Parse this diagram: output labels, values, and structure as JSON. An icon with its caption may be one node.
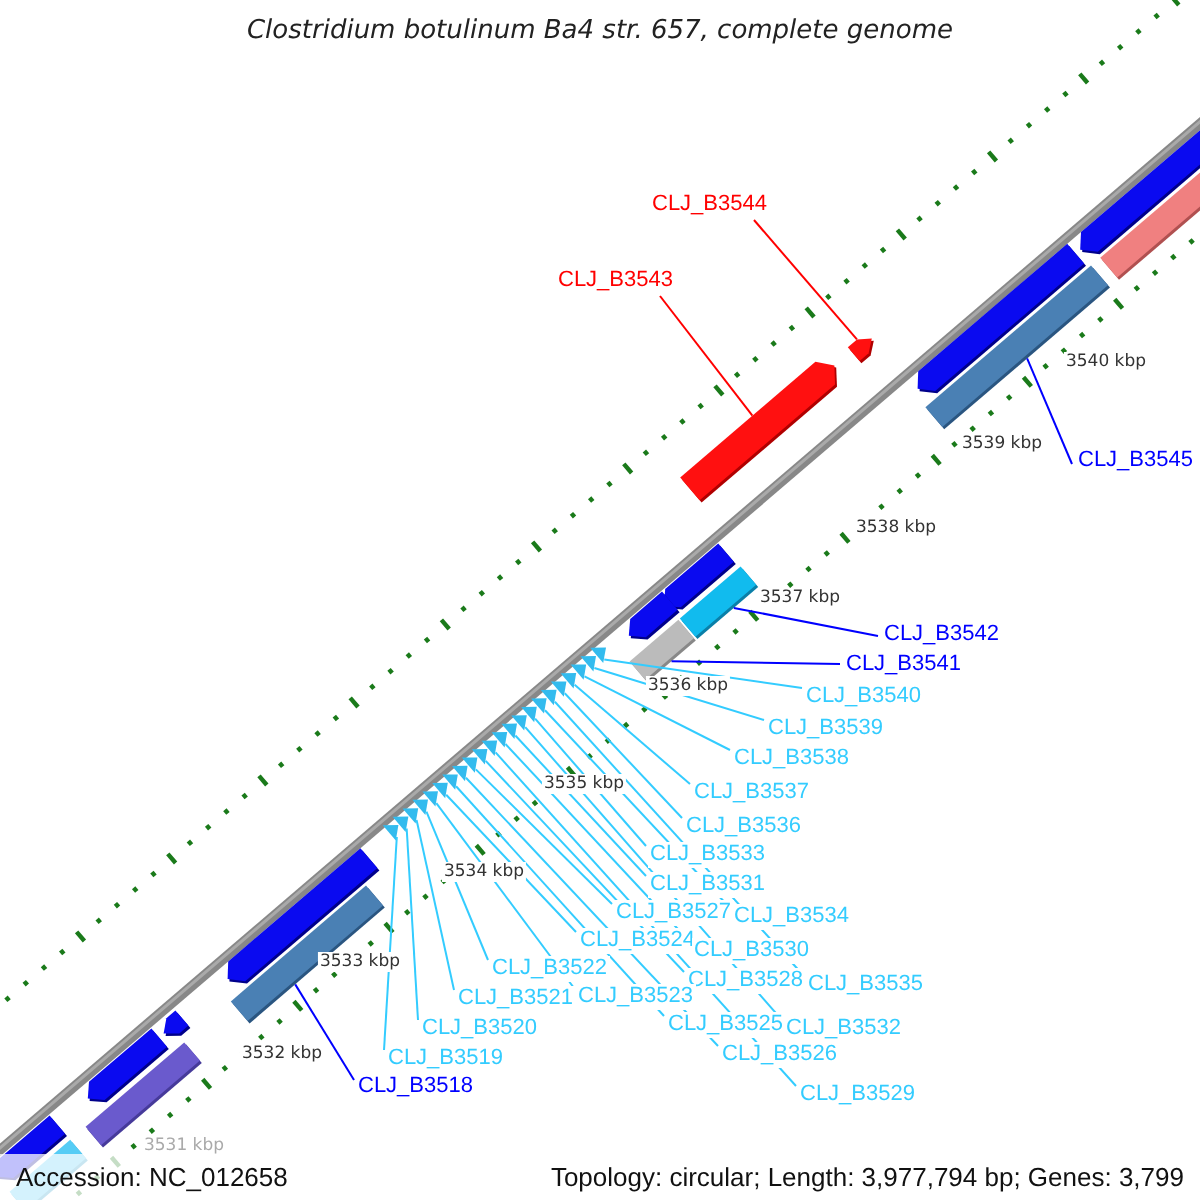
{
  "diagram": {
    "title": "Clostridium botulinum Ba4 str. 657, complete genome",
    "nodes": [
      {
        "text": [
          "CLJ_B3544"
        ]
      },
      {
        "text": [
          "CLJ_B3543"
        ]
      },
      {
        "text": [
          "CLJ_B3545"
        ]
      },
      {
        "text": [
          "CLJ_B3542"
        ]
      },
      {
        "text": [
          "CLJ_B3541"
        ]
      },
      {
        "text": [
          "CLJ_B3540"
        ]
      },
      {
        "text": [
          "CLJ_B3539"
        ]
      },
      {
        "text": [
          "CLJ_B3538"
        ]
      },
      {
        "text": [
          "CLJ_B3537"
        ]
      },
      {
        "text": [
          "CLJ_B3536"
        ]
      },
      {
        "text": [
          "CLJ_B3533"
        ]
      },
      {
        "text": [
          "CLJ_B3531"
        ]
      },
      {
        "text": [
          "CLJ_B3527"
        ]
      },
      {
        "text": [
          "CLJ_B3534"
        ]
      },
      {
        "text": [
          "CLJ_B3524"
        ]
      },
      {
        "text": [
          "CLJ_B3530"
        ]
      },
      {
        "text": [
          "CLJ_B3522"
        ]
      },
      {
        "text": [
          "CLJ_B3528"
        ]
      },
      {
        "text": [
          "CLJ_B3535"
        ]
      },
      {
        "text": [
          "CLJ_B3521"
        ]
      },
      {
        "text": [
          "CLJ_B3523"
        ]
      },
      {
        "text": [
          "CLJ_B3525"
        ]
      },
      {
        "text": [
          "CLJ_B3520"
        ]
      },
      {
        "text": [
          "CLJ_B3532"
        ]
      },
      {
        "text": [
          "CLJ_B3519"
        ]
      },
      {
        "text": [
          "CLJ_B3526"
        ]
      },
      {
        "text": [
          "CLJ_B3518"
        ]
      },
      {
        "text": [
          "CLJ_B3529"
        ]
      },
      {
        "text": [],
        "shape": "bar"
      },
      {
        "text": [],
        "shape": "triangle"
      },
      {
        "text": [],
        "shape": "triangle"
      },
      {
        "text": [],
        "shape": "triangle"
      },
      {
        "text": [],
        "shape": "triangle"
      },
      {
        "text": [],
        "shape": "triangle"
      },
      {
        "text": [],
        "shape": "triangle"
      },
      {
        "text": [],
        "shape": "triangle"
      },
      {
        "text": [],
        "shape": "triangle"
      },
      {
        "text": [],
        "shape": "triangle"
      },
      {
        "text": [],
        "shape": "triangle"
      },
      {
        "text": [],
        "shape": "triangle"
      },
      {
        "text": [],
        "shape": "triangle"
      },
      {
        "text": [],
        "shape": "triangle"
      },
      {
        "text": [],
        "shape": "triangle"
      },
      {
        "text": [],
        "shape": "triangle"
      },
      {
        "text": [],
        "shape": "triangle"
      },
      {
        "text": [],
        "shape": "triangle"
      },
      {
        "text": [],
        "shape": "triangle"
      },
      {
        "text": [],
        "shape": "triangle"
      },
      {
        "text": [],
        "shape": "triangle"
      },
      {
        "text": [],
        "shape": "triangle"
      },
      {
        "text": [],
        "shape": "triangle"
      },
      {
        "text": [],
        "shape": "bar"
      },
      {
        "text": [],
        "shape": "bar"
      },
      {
        "text": [],
        "shape": "arrow"
      },
      {
        "text": [],
        "shape": "arrow"
      },
      {
        "text": [],
        "shape": "bar"
      }
    ],
    "edges": [
      {
        "from": 0,
        "to": 54,
        "arrow": "none",
        "color": "#ff0000"
      },
      {
        "from": 1,
        "to": 53,
        "arrow": "none",
        "color": "#ff0000"
      },
      {
        "from": 2,
        "to": 55,
        "arrow": "none",
        "color": "#0000ff"
      },
      {
        "from": 3,
        "to": 52,
        "arrow": "none",
        "color": "#0000ff"
      },
      {
        "from": 4,
        "to": 51,
        "arrow": "none",
        "color": "#0000ff"
      },
      {
        "from": 5,
        "to": 50,
        "arrow": "none"
      },
      {
        "from": 6,
        "to": 49,
        "arrow": "none"
      },
      {
        "from": 7,
        "to": 48,
        "arrow": "none"
      },
      {
        "from": 8,
        "to": 47,
        "arrow": "none"
      },
      {
        "from": 9,
        "to": 46,
        "arrow": "none"
      },
      {
        "from": 10,
        "to": 43,
        "arrow": "none"
      },
      {
        "from": 11,
        "to": 41,
        "arrow": "none"
      },
      {
        "from": 12,
        "to": 37,
        "arrow": "none"
      },
      {
        "from": 13,
        "to": 44,
        "arrow": "none"
      },
      {
        "from": 14,
        "to": 34,
        "arrow": "none"
      },
      {
        "from": 15,
        "to": 40,
        "arrow": "none"
      },
      {
        "from": 16,
        "to": 32,
        "arrow": "none"
      },
      {
        "from": 17,
        "to": 38,
        "arrow": "none"
      },
      {
        "from": 18,
        "to": 45,
        "arrow": "none"
      },
      {
        "from": 19,
        "to": 31,
        "arrow": "none"
      },
      {
        "from": 20,
        "to": 33,
        "arrow": "none"
      },
      {
        "from": 21,
        "to": 35,
        "arrow": "none"
      },
      {
        "from": 22,
        "to": 30,
        "arrow": "none"
      },
      {
        "from": 23,
        "to": 42,
        "arrow": "none"
      },
      {
        "from": 24,
        "to": 29,
        "arrow": "none"
      },
      {
        "from": 25,
        "to": 36,
        "arrow": "none"
      },
      {
        "from": 26,
        "to": 28,
        "arrow": "none",
        "color": "#0000ff"
      },
      {
        "from": 27,
        "to": 39,
        "arrow": "none"
      }
    ],
    "labels": [
      "3540 kbp",
      "3539 kbp",
      "3538 kbp",
      "3537 kbp",
      "3536 kbp",
      "3535 kbp",
      "3534 kbp",
      "3533 kbp",
      "3532 kbp",
      "3531 kbp",
      "Accession: NC_012658",
      "Topology: circular; Length: 3,977,794 bp; Genes: 3,799"
    ]
  }
}
